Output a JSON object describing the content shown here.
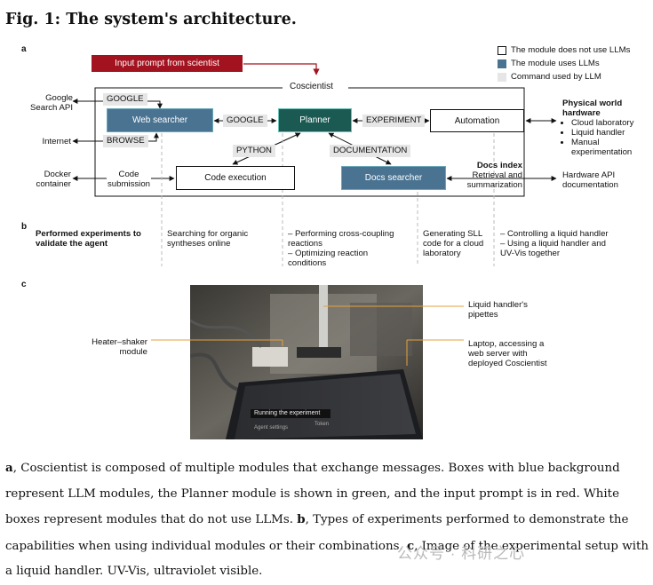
{
  "figure": {
    "title": "Fig. 1: The system's architecture.",
    "panel_a": "a",
    "panel_b": "b",
    "panel_c": "c"
  },
  "legend": {
    "no_llm": "The module does not use LLMs",
    "uses_llm": "The module uses LLMs",
    "command": "Command used by LLM"
  },
  "diagram": {
    "input_prompt": "Input prompt from scientist",
    "coscientist": "Coscientist",
    "web_searcher": "Web searcher",
    "planner": "Planner",
    "automation": "Automation",
    "code_execution": "Code execution",
    "docs_searcher": "Docs searcher",
    "tag_google_top": "GOOGLE",
    "tag_google_mid": "GOOGLE",
    "tag_experiment": "EXPERIMENT",
    "tag_browse": "BROWSE",
    "tag_python": "PYTHON",
    "tag_documentation": "DOCUMENTATION",
    "google_search_api": "Google Search API",
    "internet": "Internet",
    "docker_container": "Docker container",
    "code_submission": "Code submission",
    "docs_index": "Docs index",
    "retrieval": "Retrieval and summarization",
    "hardware_api": "Hardware API documentation",
    "physical_title": "Physical world hardware",
    "physical_items": [
      "Cloud laboratory",
      "Liquid handler",
      "Manual experimentation"
    ]
  },
  "panel_b": {
    "heading": "Performed experiments to validate the agent",
    "col1": "Searching for organic syntheses online",
    "col2a": "– Performing cross-coupling reactions",
    "col2b": "– Optimizing reaction conditions",
    "col3": "Generating SLL code for a cloud laboratory",
    "col4a": "– Controlling a liquid handler",
    "col4b": "– Using a liquid handler and UV-Vis together"
  },
  "panel_c": {
    "heater": "Heater–shaker module",
    "pipettes": "Liquid handler's pipettes",
    "laptop": "Laptop, accessing a web server with deployed Coscientist",
    "screen_title": "Running the experiment",
    "screen_settings": "Agent settings",
    "screen_token": "Token"
  },
  "caption": {
    "a_letter": "a",
    "a_text": ", Coscientist is composed of multiple modules that exchange messages. Boxes with blue background represent LLM modules, the Planner module is shown in green, and the input prompt is in red. White boxes represent modules that do not use LLMs. ",
    "b_letter": "b",
    "b_text": ", Types of experiments performed to demonstrate the capabilities when using individual modules or their combinations. ",
    "c_letter": "c",
    "c_text": ", Image of the experimental setup with a liquid handler. UV-Vis, ultraviolet visible."
  },
  "watermark": "公众号 · 科研之心",
  "colors": {
    "llm_box": "#4a7391",
    "planner_box": "#1a5a52",
    "input_prompt": "#a3121f",
    "command_tag": "#e6e6e6"
  }
}
